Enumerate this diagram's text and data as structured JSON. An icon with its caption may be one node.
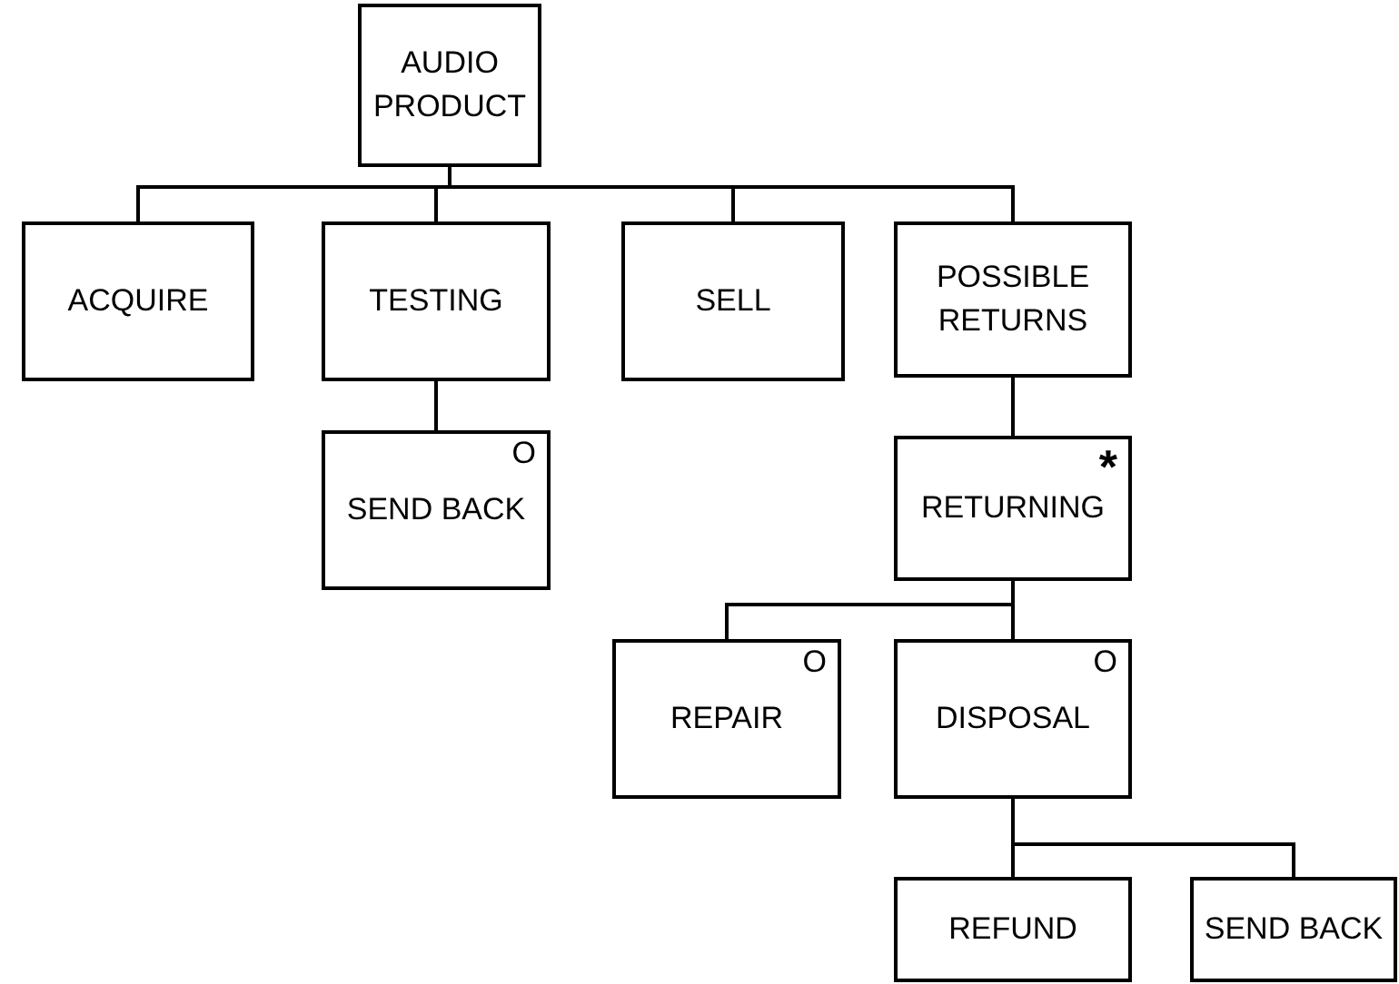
{
  "diagram": {
    "nodes": [
      {
        "text": [
          "AUDIO PRODUCT"
        ]
      },
      {
        "text": [
          "ACQUIRE"
        ]
      },
      {
        "text": [
          "TESTING"
        ]
      },
      {
        "text": [
          "SELL"
        ]
      },
      {
        "text": [
          "POSSIBLE RETURNS"
        ]
      },
      {
        "text": [
          "O",
          "SEND BACK"
        ]
      },
      {
        "text": [
          "*",
          "RETURNING"
        ]
      },
      {
        "text": [
          "O",
          "REPAIR"
        ]
      },
      {
        "text": [
          "O",
          "DISPOSAL"
        ]
      },
      {
        "text": [
          "REFUND"
        ]
      },
      {
        "text": [
          "SEND BACK"
        ]
      }
    ],
    "edges": [
      {
        "from": 0,
        "to": 1,
        "arrow": "none"
      },
      {
        "from": 0,
        "to": 2,
        "arrow": "none"
      },
      {
        "from": 0,
        "to": 3,
        "arrow": "none"
      },
      {
        "from": 0,
        "to": 4,
        "arrow": "none"
      },
      {
        "from": 2,
        "to": 5,
        "arrow": "none"
      },
      {
        "from": 4,
        "to": 6,
        "arrow": "none"
      },
      {
        "from": 6,
        "to": 7,
        "arrow": "none"
      },
      {
        "from": 6,
        "to": 8,
        "arrow": "none"
      },
      {
        "from": 8,
        "to": 9,
        "arrow": "none"
      },
      {
        "from": 8,
        "to": 10,
        "arrow": "none"
      }
    ]
  }
}
